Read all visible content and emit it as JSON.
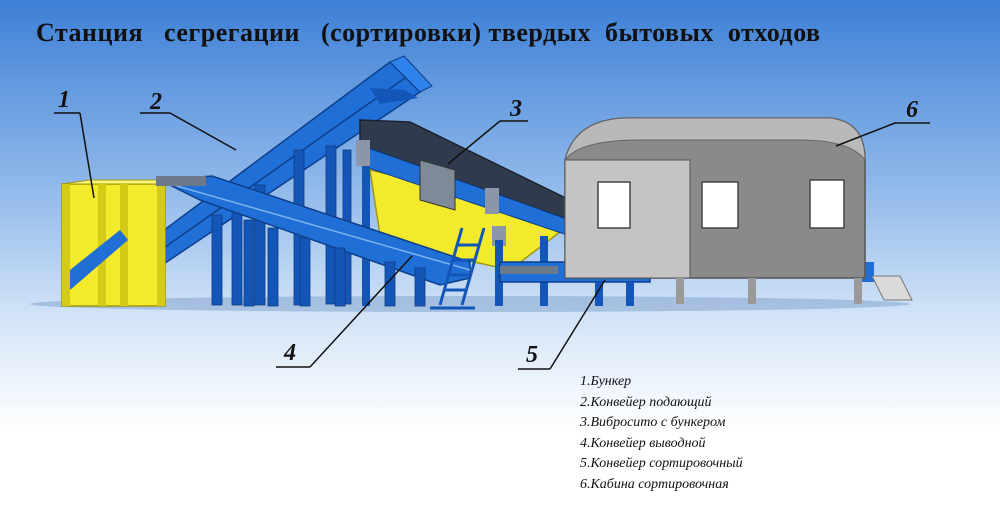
{
  "title": "Станция   сегрегации   (сортировки) твердых  бытовых  отходов",
  "callouts": [
    {
      "num": "1",
      "text": "1.Бункер"
    },
    {
      "num": "2",
      "text": "2.Конвейер подающий"
    },
    {
      "num": "3",
      "text": "3.Вибросито с бункером"
    },
    {
      "num": "4",
      "text": "4.Конвейер выводной"
    },
    {
      "num": "5",
      "text": "5.Конвейер сортировочный"
    },
    {
      "num": "6",
      "text": "6.Кабина сортировочная"
    }
  ],
  "colors": {
    "conveyor_blue": "#1f6fd6",
    "frame_blue": "#1456b8",
    "hopper_yellow": "#f2ea2a",
    "cabin_gray": "#8a8a8a",
    "cabin_roof": "#b9b9b9",
    "screen_dark": "#2f3a4d"
  }
}
